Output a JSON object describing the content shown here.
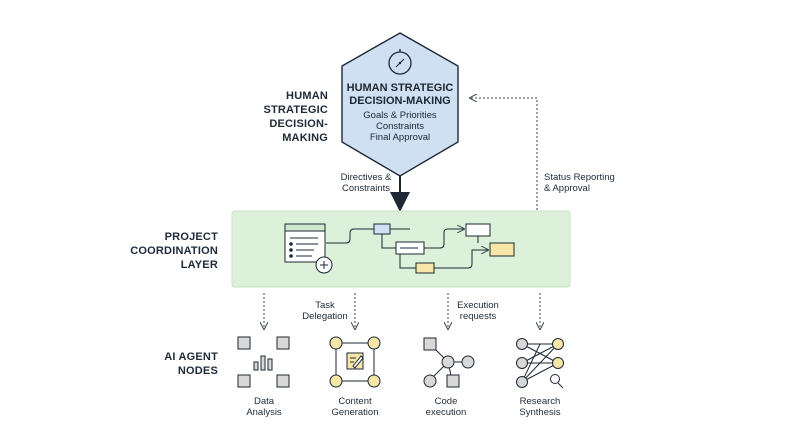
{
  "strategic": {
    "side_label_line1": "HUMAN STRATEGIC",
    "side_label_line2": "DECISION-MAKING",
    "title_line1": "HUMAN STRATEGIC",
    "title_line2": "DECISION-MAKING",
    "items": [
      "Goals & Priorities",
      "Constraints",
      "Final Approval"
    ]
  },
  "arrows": {
    "directives_line1": "Directives &",
    "directives_line2": "Constraints",
    "status_line1": "Status Reporting",
    "status_line2": "& Approval",
    "task_line1": "Task",
    "task_line2": "Delegation",
    "execution_line1": "Execution",
    "execution_line2": "requests"
  },
  "coordination": {
    "label_line1": "PROJECT",
    "label_line2": "COORDINATION",
    "label_line3": "LAYER"
  },
  "agents": {
    "label_line1": "AI AGENT",
    "label_line2": "NODES",
    "nodes": [
      {
        "line1": "Data",
        "line2": "Analysis"
      },
      {
        "line1": "Content",
        "line2": "Generation"
      },
      {
        "line1": "Code",
        "line2": "execution"
      },
      {
        "line1": "Research",
        "line2": "Synthesis"
      }
    ]
  },
  "colors": {
    "hexagon_fill": "#cfe0f3",
    "coordination_band": "#dcf0da",
    "accent_yellow": "#f6e7a8",
    "accent_blue": "#cfe0f3",
    "neutral_gray": "#d8d8d8"
  }
}
